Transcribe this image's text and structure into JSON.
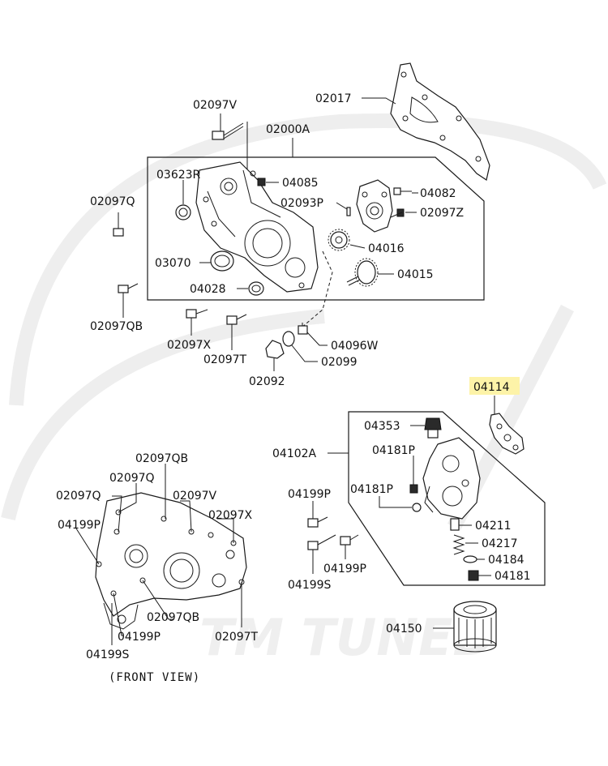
{
  "brand": {
    "watermark": "TM TUNED",
    "highlight_color": "#fdf3a8"
  },
  "caption": "(FRONT VIEW)",
  "labels": {
    "p02017": "02017",
    "p02097V": "02097V",
    "p02000A": "02000A",
    "p03623R": "03623R",
    "p04085": "04085",
    "p02093P": "02093P",
    "p04082": "04082",
    "p02097Z": "02097Z",
    "p02097Q": "02097Q",
    "p04016": "04016",
    "p03070": "03070",
    "p04015": "04015",
    "p04028": "04028",
    "p02097QB": "02097QB",
    "p02097X": "02097X",
    "p04096W": "04096W",
    "p02097T": "02097T",
    "p02099": "02099",
    "p02092": "02092",
    "p04114": "04114",
    "p04353": "04353",
    "p04102A": "04102A",
    "p04181P_a": "04181P",
    "p04199P_a": "04199P",
    "p04181P_b": "04181P",
    "p04211": "04211",
    "p04217": "04217",
    "p04184": "04184",
    "p04181": "04181",
    "p04199S_a": "04199S",
    "p04199P_b": "04199P",
    "p04150": "04150",
    "fv02097QB": "02097QB",
    "fv02097Q_a": "02097Q",
    "fv02097Q_b": "02097Q",
    "fv02097V": "02097V",
    "fv04199P_a": "04199P",
    "fv02097X": "02097X",
    "fv02097QB_b": "02097QB",
    "fv04199P_b": "04199P",
    "fv02097T": "02097T",
    "fv04199S": "04199S"
  }
}
